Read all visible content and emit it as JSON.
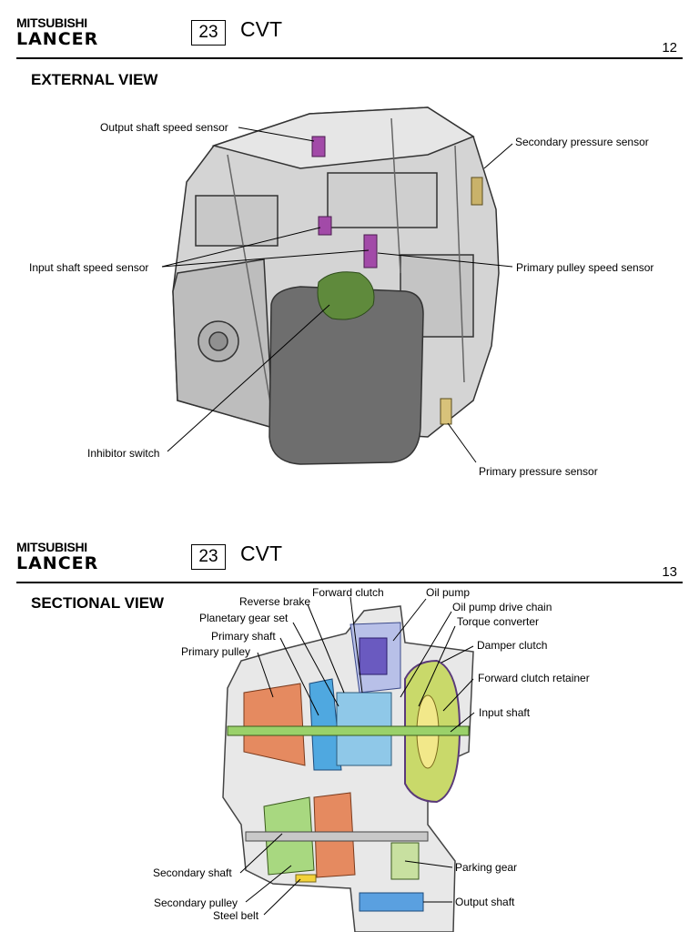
{
  "brand": {
    "line1": "MITSUBISHI",
    "line2": "LANCER"
  },
  "pages": [
    {
      "section_number": "23",
      "section_title": "CVT",
      "page_number": "12",
      "view_title": "EXTERNAL VIEW",
      "labels": {
        "output_shaft_speed_sensor": "Output shaft speed sensor",
        "secondary_pressure_sensor": "Secondary pressure sensor",
        "input_shaft_speed_sensor": "Input shaft speed sensor",
        "primary_pulley_speed_sensor": "Primary pulley speed sensor",
        "inhibitor_switch": "Inhibitor switch",
        "primary_pressure_sensor": "Primary pressure sensor"
      }
    },
    {
      "section_number": "23",
      "section_title": "CVT",
      "page_number": "13",
      "view_title": "SECTIONAL VIEW",
      "labels": {
        "reverse_brake": "Reverse brake",
        "forward_clutch": "Forward clutch",
        "oil_pump": "Oil pump",
        "oil_pump_drive_chain": "Oil pump drive chain",
        "planetary_gear_set": "Planetary gear set",
        "torque_converter": "Torque converter",
        "primary_shaft": "Primary shaft",
        "primary_pulley": "Primary pulley",
        "damper_clutch": "Damper clutch",
        "forward_clutch_retainer": "Forward clutch retainer",
        "input_shaft": "Input shaft",
        "parking_gear": "Parking gear",
        "secondary_shaft": "Secondary shaft",
        "output_shaft": "Output shaft",
        "secondary_pulley": "Secondary pulley",
        "steel_belt": "Steel belt"
      }
    }
  ]
}
